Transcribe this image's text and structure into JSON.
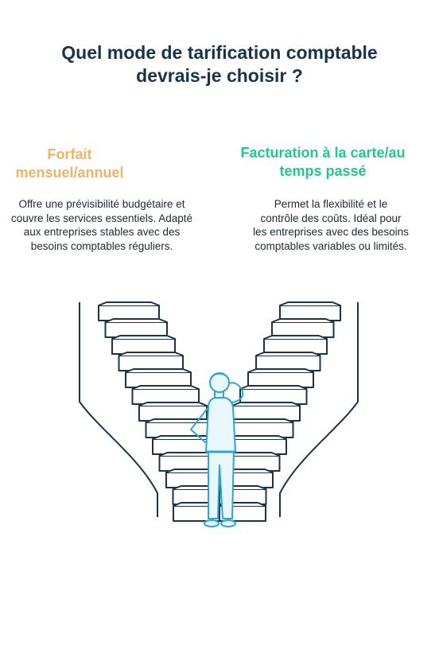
{
  "title_line1": "Quel mode de tarification comptable",
  "title_line2": "devrais-je choisir ?",
  "options": [
    {
      "title_line1": "Forfait",
      "title_line2": "mensuel/annuel",
      "desc_lines": [
        "Offre une prévisibilité budgétaire et",
        "couvre les services essentiels. Adapté",
        "aux entreprises stables avec des",
        "besoins comptables réguliers."
      ],
      "color": "#f0b267"
    },
    {
      "title_line1": "Facturation à la carte/au",
      "title_line2": "temps passé",
      "desc_lines": [
        "Permet la flexibilité et le",
        "contrôle des coûts. Idéal pour",
        "les entreprises avec des besoins",
        "comptables variables ou limités."
      ],
      "color": "#27c48d"
    }
  ],
  "colors": {
    "title": "#17344a",
    "stroke": "#17344a",
    "person": "#2aa7c9",
    "person_fill": "#e9f7fb"
  }
}
